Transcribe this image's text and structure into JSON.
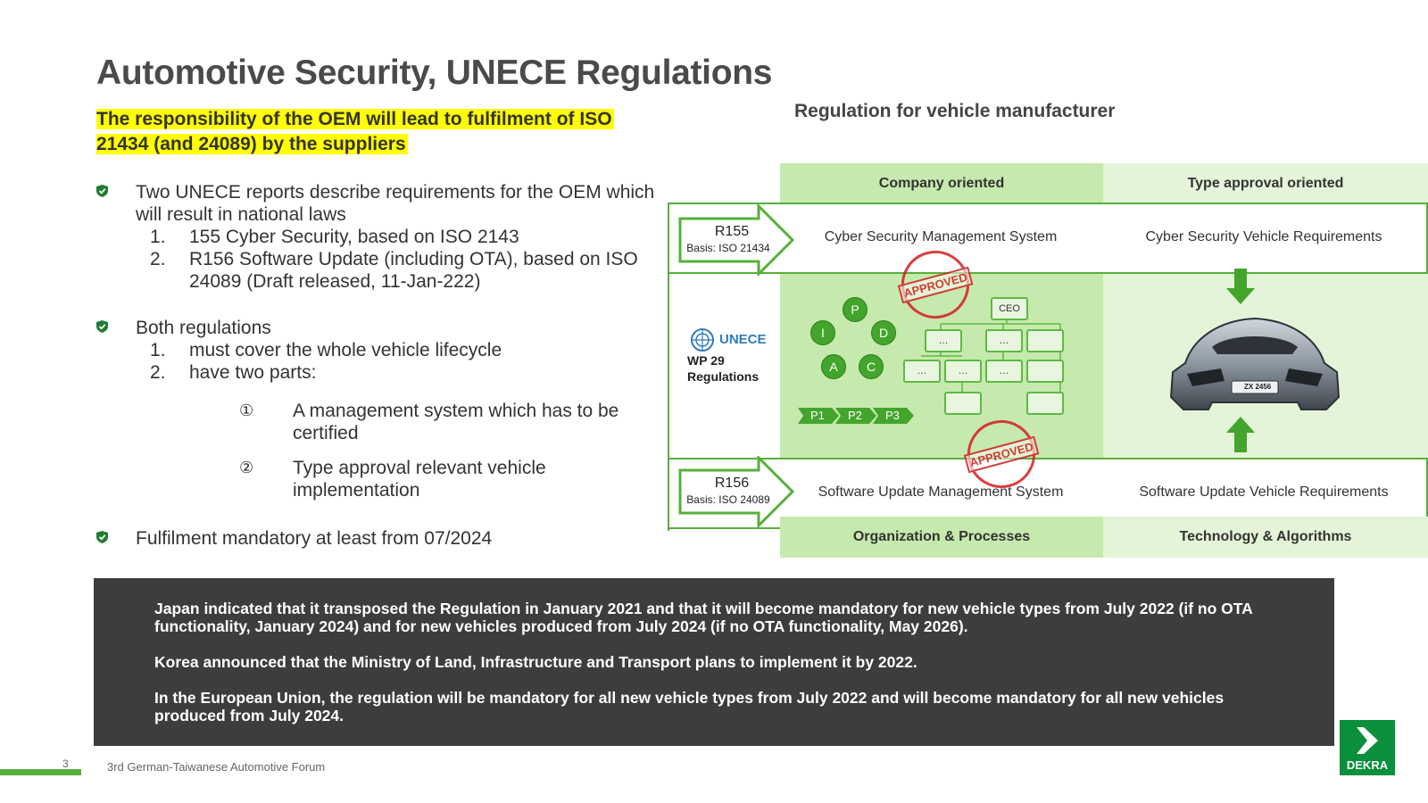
{
  "slide": {
    "title": "Automotive Security, UNECE Regulations",
    "highlight": "The responsibility of the OEM will lead to fulfilment of ISO 21434 (and 24089) by the suppliers",
    "bullets": [
      {
        "text": "Two UNECE reports describe requirements for the OEM which will result in national laws",
        "items": [
          {
            "n": "1.",
            "text": "155 Cyber Security, based on ISO 2143"
          },
          {
            "n": "2.",
            "text": "R156 Software Update (including OTA), based on ISO 24089 (Draft released, 11-Jan-222)"
          }
        ]
      },
      {
        "text": "Both regulations",
        "items": [
          {
            "n": "1.",
            "text": "must cover the whole vehicle lifecycle"
          },
          {
            "n": "2.",
            "text": "have two parts:"
          }
        ],
        "sub": [
          {
            "n": "①",
            "text": "A management system which has to be certified"
          },
          {
            "n": "②",
            "text": "Type approval relevant vehicle implementation"
          }
        ]
      },
      {
        "text": "Fulfilment mandatory at least from 07/2024"
      }
    ],
    "page_number": "3",
    "footer": "3rd German-Taiwanese Automotive Forum",
    "logo_text": "DEKRA"
  },
  "diagram": {
    "title": "Regulation for vehicle manufacturer",
    "col_headers": [
      "Company oriented",
      "Type approval oriented"
    ],
    "footer_headers": [
      "Organization & Processes",
      "Technology & Algorithms"
    ],
    "r155": {
      "label": "R155",
      "basis": "Basis: ISO 21434"
    },
    "r156": {
      "label": "R156",
      "basis": "Basis: ISO 24089"
    },
    "csms": "Cyber Security Management System",
    "csvr": "Cyber Security Vehicle Requirements",
    "sums": "Software Update Management System",
    "suvr": "Software Update Vehicle Requirements",
    "unece": {
      "name": "UNECE",
      "wp": "WP 29",
      "reg": "Regulations"
    },
    "pdca": [
      "P",
      "D",
      "C",
      "A",
      "I"
    ],
    "phases": [
      "P1",
      "P2",
      "P3"
    ],
    "org_top": "CEO",
    "org_dots": "…",
    "stamp": "APPROVED",
    "plate": "ZX 2456",
    "colors": {
      "green": "#55b03a",
      "light_green": "#c6e9ad",
      "lighter_green": "#e4f4d8",
      "highlight": "#ffff00"
    }
  },
  "notes": [
    "Japan indicated that it transposed the Regulation in January 2021 and that it will become mandatory for new vehicle types from July 2022 (if no OTA functionality, January 2024) and for new vehicles produced from July 2024 (if no OTA functionality, May 2026).",
    "Korea announced that the Ministry of Land, Infrastructure and Transport plans to implement it by 2022.",
    "In the European Union, the regulation will be mandatory for all new vehicle types from July 2022 and will become mandatory for all new vehicles produced from July 2024."
  ]
}
